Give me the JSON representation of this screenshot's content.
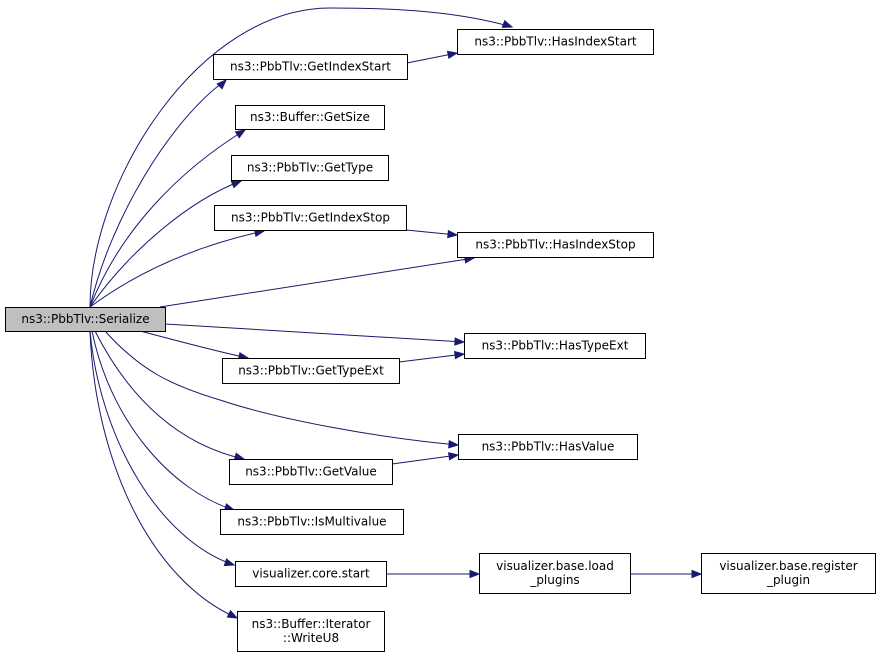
{
  "diagram": {
    "nodes": {
      "serialize": {
        "lines": [
          "ns3::PbbTlv::Serialize"
        ],
        "root": true
      },
      "has_index_start": {
        "lines": [
          "ns3::PbbTlv::HasIndexStart"
        ]
      },
      "get_index_start": {
        "lines": [
          "ns3::PbbTlv::GetIndexStart"
        ]
      },
      "buffer_get_size": {
        "lines": [
          "ns3::Buffer::GetSize"
        ]
      },
      "get_type": {
        "lines": [
          "ns3::PbbTlv::GetType"
        ]
      },
      "get_index_stop": {
        "lines": [
          "ns3::PbbTlv::GetIndexStop"
        ]
      },
      "has_index_stop": {
        "lines": [
          "ns3::PbbTlv::HasIndexStop"
        ]
      },
      "has_type_ext": {
        "lines": [
          "ns3::PbbTlv::HasTypeExt"
        ]
      },
      "get_type_ext": {
        "lines": [
          "ns3::PbbTlv::GetTypeExt"
        ]
      },
      "has_value": {
        "lines": [
          "ns3::PbbTlv::HasValue"
        ]
      },
      "get_value": {
        "lines": [
          "ns3::PbbTlv::GetValue"
        ]
      },
      "is_multivalue": {
        "lines": [
          "ns3::PbbTlv::IsMultivalue"
        ]
      },
      "visualizer_core_start": {
        "lines": [
          "visualizer.core.start"
        ]
      },
      "visualizer_base_load_plugins": {
        "lines": [
          "visualizer.base.load",
          "_plugins"
        ]
      },
      "visualizer_base_register_plugin": {
        "lines": [
          "visualizer.base.register",
          "_plugin"
        ]
      },
      "buffer_iterator_write_u8": {
        "lines": [
          "ns3::Buffer::Iterator",
          "::WriteU8"
        ]
      }
    },
    "edges": [
      {
        "from": "serialize",
        "to": "has_index_start"
      },
      {
        "from": "serialize",
        "to": "get_index_start"
      },
      {
        "from": "serialize",
        "to": "buffer_get_size"
      },
      {
        "from": "serialize",
        "to": "get_type"
      },
      {
        "from": "serialize",
        "to": "get_index_stop"
      },
      {
        "from": "serialize",
        "to": "has_index_stop"
      },
      {
        "from": "serialize",
        "to": "has_type_ext"
      },
      {
        "from": "serialize",
        "to": "get_type_ext"
      },
      {
        "from": "serialize",
        "to": "has_value"
      },
      {
        "from": "serialize",
        "to": "get_value"
      },
      {
        "from": "serialize",
        "to": "is_multivalue"
      },
      {
        "from": "serialize",
        "to": "visualizer_core_start"
      },
      {
        "from": "serialize",
        "to": "buffer_iterator_write_u8"
      },
      {
        "from": "get_index_start",
        "to": "has_index_start"
      },
      {
        "from": "get_index_stop",
        "to": "has_index_stop"
      },
      {
        "from": "get_type_ext",
        "to": "has_type_ext"
      },
      {
        "from": "get_value",
        "to": "has_value"
      },
      {
        "from": "visualizer_core_start",
        "to": "visualizer_base_load_plugins"
      },
      {
        "from": "visualizer_base_load_plugins",
        "to": "visualizer_base_register_plugin"
      }
    ]
  }
}
